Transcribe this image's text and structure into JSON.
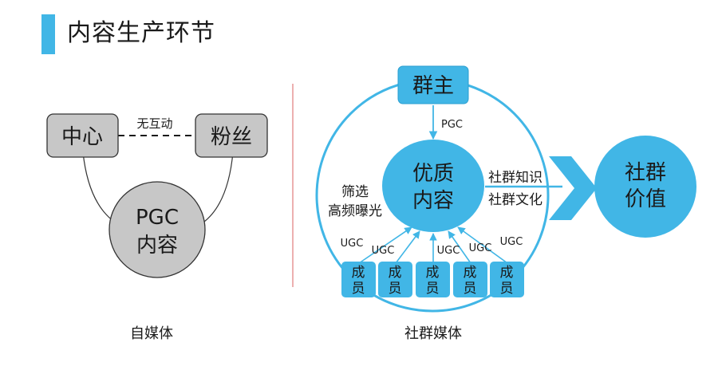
{
  "title": "内容生产环节",
  "colors": {
    "accent": "#41b6e6",
    "grey": "#c7c7c7",
    "line": "#333333"
  },
  "left": {
    "caption": "自媒体",
    "center_label": "中心",
    "fans_label": "粉丝",
    "link_label": "无互动",
    "circle_line1": "PGC",
    "circle_line2": "内容"
  },
  "right": {
    "caption": "社群媒体",
    "owner": "群主",
    "owner_arrow_label": "PGC",
    "core_line1": "优质",
    "core_line2": "内容",
    "left_note_line1": "筛选",
    "left_note_line2": "高频曝光",
    "right_note_line1": "社群知识",
    "right_note_line2": "社群文化",
    "value_line1": "社群",
    "value_line2": "价值",
    "members": [
      {
        "line1": "成",
        "line2": "员"
      },
      {
        "line1": "成",
        "line2": "员"
      },
      {
        "line1": "成",
        "line2": "员"
      },
      {
        "line1": "成",
        "line2": "员"
      },
      {
        "line1": "成",
        "line2": "员"
      }
    ],
    "ugc_labels": [
      "UGC",
      "UGC",
      "UGC",
      "UGC",
      "UGC"
    ]
  }
}
